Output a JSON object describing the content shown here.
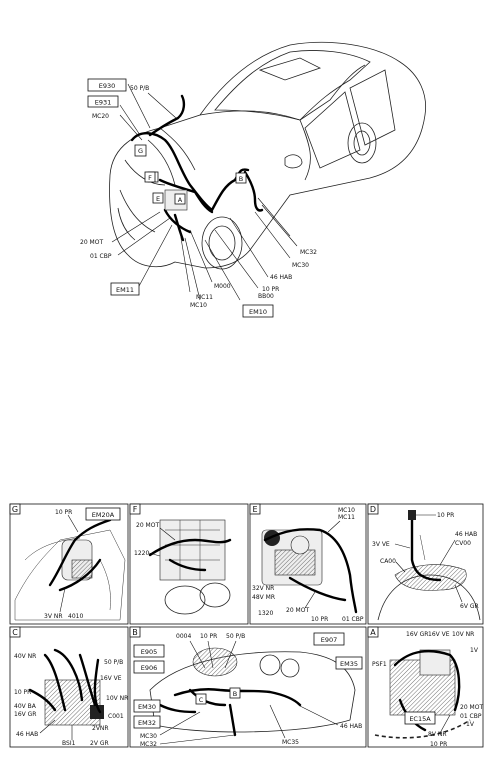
{
  "main_view": {
    "labels": {
      "e930": "E930",
      "e931": "E931",
      "p50": "50 P/B",
      "mc20": "MC20",
      "g": "G",
      "f": "F",
      "e": "E",
      "a": "A",
      "b": "B",
      "mot20": "20 MOT",
      "cbp01": "01 CBP",
      "em11": "EM11",
      "mc11": "MC11",
      "mc10": "MC10",
      "m000": "M000",
      "em10": "EM10",
      "bb00": "BB00",
      "pr10": "10 PR",
      "hab46": "46 HAB",
      "mc30": "MC30",
      "mc32": "MC32"
    }
  },
  "panel_g": {
    "letter": "G",
    "em20a": "EM20A",
    "pr10": "10 PR",
    "nr3": "3V NR",
    "n4010": "4010"
  },
  "panel_f": {
    "letter": "F",
    "mot20": "20 MOT",
    "n1220": "1220"
  },
  "panel_e": {
    "letter": "E",
    "mc10": "MC10",
    "mc11": "MC11",
    "nr32": "32V NR",
    "mr48": "48V MR",
    "n1320": "1320",
    "mot20": "20 MOT",
    "pr10": "10 PR",
    "cbp01": "01 CBP"
  },
  "panel_d": {
    "letter": "D",
    "pr10": "10 PR",
    "ve3": "3V VE",
    "hab46": "46 HAB",
    "cv00": "CV00",
    "ca00": "CA00",
    "gr6": "6V GR"
  },
  "panel_c": {
    "letter": "C",
    "nr40": "40V NR",
    "pb50": "50 P/B",
    "ve16": "16V VE",
    "pr10": "10 PR",
    "ba40": "40V BA",
    "gr16": "16V GR",
    "nr10": "10V NR",
    "c001": "C001",
    "nr2": "2VNR",
    "hab46": "46 HAB",
    "bsi1": "BSI1",
    "gr2": "2V GR"
  },
  "panel_b": {
    "letter": "B",
    "n0004": "0004",
    "pr10": "10 PR",
    "pb50": "50 P/B",
    "e907": "E907",
    "e905": "E905",
    "e906": "E906",
    "em35": "EM35",
    "em30": "EM30",
    "em32": "EM32",
    "mc30": "MC30",
    "mc32": "MC32",
    "mc35": "MC35",
    "hab46": "46 HAB",
    "c": "C",
    "b": "B"
  },
  "panel_a": {
    "letter": "A",
    "gr16": "16V GR",
    "ve16": "16V VE",
    "nr10": "10V NR",
    "psf1": "PSF1",
    "v1": "1V",
    "ec15a": "EC15A",
    "mot20": "20 MOT",
    "cbp01": "01 CBP",
    "v1b": "1V",
    "nr8": "8V NR",
    "pr10": "10 PR"
  }
}
